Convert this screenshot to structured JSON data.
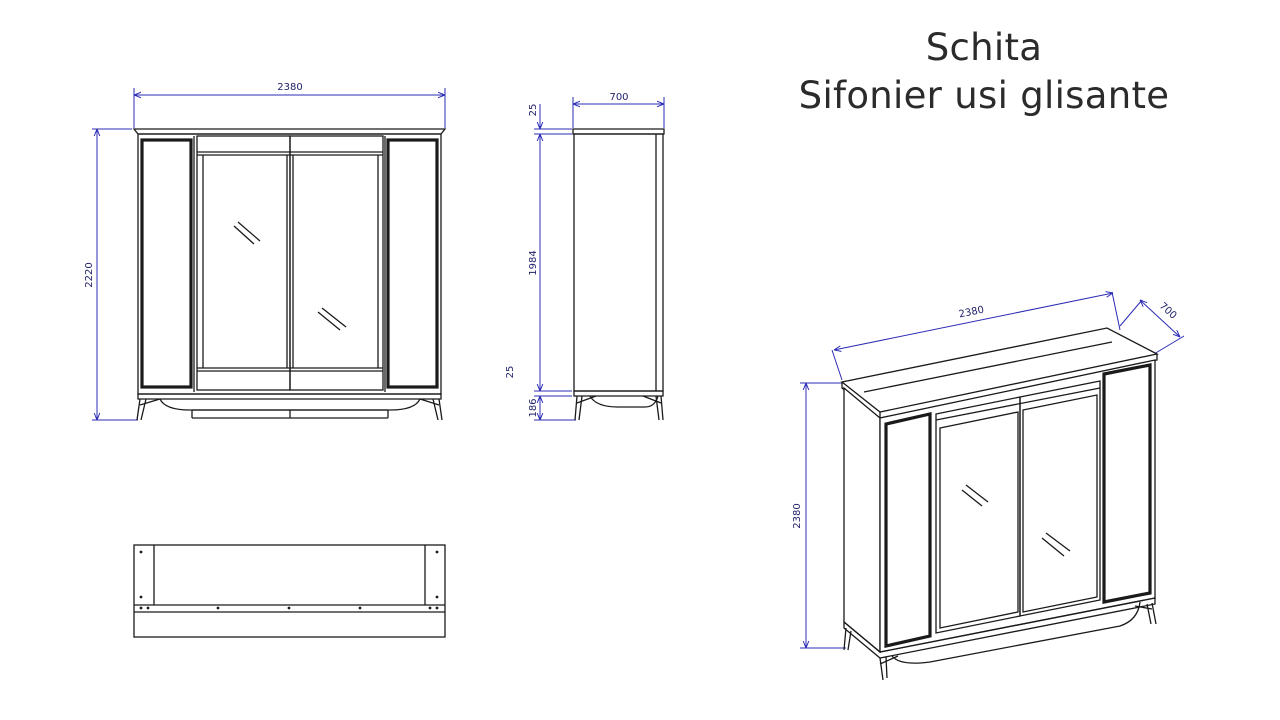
{
  "title": {
    "line1": "Schita",
    "line2": "Sifonier usi glisante"
  },
  "dimensions": {
    "front_width": "2380",
    "front_height": "2220",
    "side_depth": "700",
    "side_top": "25",
    "side_body": "1984",
    "side_base": "25",
    "side_legs": "186",
    "iso_width": "2380",
    "iso_depth": "700",
    "iso_height": "2380"
  },
  "colors": {
    "dimension_line": "#2b2bb5",
    "drawing_line": "#1a1a1a"
  }
}
